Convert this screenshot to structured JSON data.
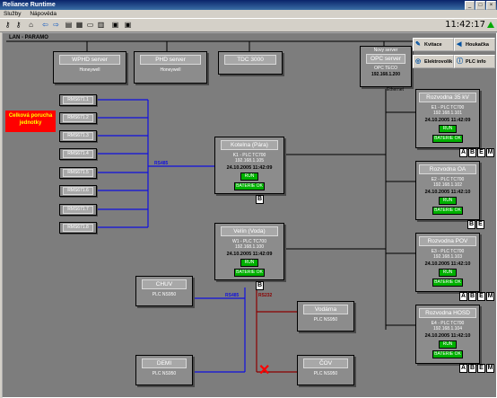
{
  "app": {
    "title": "Reliance Runtime"
  },
  "menu": [
    "Služby",
    "Nápověda"
  ],
  "clock": "11:42:17",
  "lan_label": "LAN - PARAMO",
  "servers": [
    {
      "name": "WPHD server",
      "vendor": "Honeywell"
    },
    {
      "name": "PHD server",
      "vendor": "Honeywell"
    },
    {
      "name": "TDC 3000",
      "vendor": ""
    }
  ],
  "opc": {
    "title": "OPC server",
    "vendor": "OPC TECO",
    "ip": "192.168.1.200",
    "tag": "Novy server"
  },
  "ethernet_label": "Ethernet",
  "nav": [
    "Kvitace",
    "Houkačka",
    "Elektrovolik",
    "PLC info"
  ],
  "rms": [
    "RMS671.1",
    "RMS671.2",
    "RMS671.3",
    "RMS671.4",
    "RMS671.5",
    "RMS671.6",
    "RMS671.7",
    "RMS671.8"
  ],
  "alarm": "Celková porucha jednotky",
  "rs485": "RS485",
  "rs485b": "RS485",
  "rs232": "RS232",
  "kotelna": {
    "title": "Kotelna (Pára)",
    "plc": "K1 - PLC TC700",
    "ip": "192.168.1.105",
    "ts": "24.10.2005 11:42:09",
    "run": "RUN",
    "bat": "BATERIE OK",
    "letters": [
      "B"
    ]
  },
  "velin": {
    "title": "Velín (Voda)",
    "plc": "W1 - PLC TC700",
    "ip": "192.168.1.100",
    "ts": "24.10.2005 11:42:09",
    "run": "RUN",
    "bat": "BATERIE OK",
    "letters": [
      "B"
    ]
  },
  "right": [
    {
      "title": "Rozvodna 35 kV",
      "plc": "E1 - PLC TC700",
      "ip": "192.168.1.101",
      "ts": "24.10.2005 11:42:09",
      "run": "RUN",
      "bat": "BATERIE OK",
      "letters": [
        "A",
        "B",
        "E",
        "M"
      ]
    },
    {
      "title": "Rozvodna OA",
      "plc": "E2 - PLC TC700",
      "ip": "192.168.1.102",
      "ts": "24.10.2005 11:42:10",
      "run": "RUN",
      "bat": "BATERIE OK",
      "letters": [
        "B",
        "E"
      ]
    },
    {
      "title": "Rozvodna POV",
      "plc": "E3 - PLC TC700",
      "ip": "192.168.1.103",
      "ts": "24.10.2005 11:42:10",
      "run": "RUN",
      "bat": "BATERIE OK",
      "letters": [
        "A",
        "B",
        "E",
        "M"
      ]
    },
    {
      "title": "Rozvodna HOSD",
      "plc": "E4 - PLC TC700",
      "ip": "192.168.1.104",
      "ts": "24.10.2005 11:42:10",
      "run": "RUN",
      "bat": "BATERIE OK",
      "letters": [
        "A",
        "B",
        "E",
        "M"
      ]
    }
  ],
  "small": [
    {
      "title": "CHUV",
      "plc": "PLC NS950"
    },
    {
      "title": "DEMI",
      "plc": "PLC NS950"
    },
    {
      "title": "Vodárna",
      "plc": "PLC NS950"
    },
    {
      "title": "ČOV",
      "plc": "PLC NS950"
    }
  ],
  "colors": {
    "rs485": "#1010e0",
    "rs232": "#8b0000",
    "run": "#00b000",
    "alarm": "#ff0000"
  }
}
